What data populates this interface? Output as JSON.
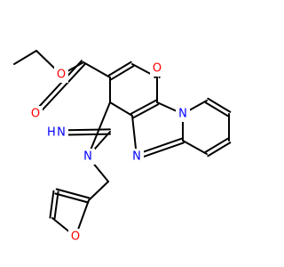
{
  "molecule": {
    "atoms": {
      "o_ester_carbonyl": "O",
      "o_ester": "O",
      "o_ketone": "O",
      "o_furan": "O",
      "n_imine": "N",
      "h_imine": "H",
      "n_ring_1": "N",
      "n_ring_2": "N",
      "n_ring_3": "N"
    },
    "colors": {
      "bond": "#000000",
      "oxygen": "#ff0000",
      "nitrogen": "#0000ff"
    }
  }
}
